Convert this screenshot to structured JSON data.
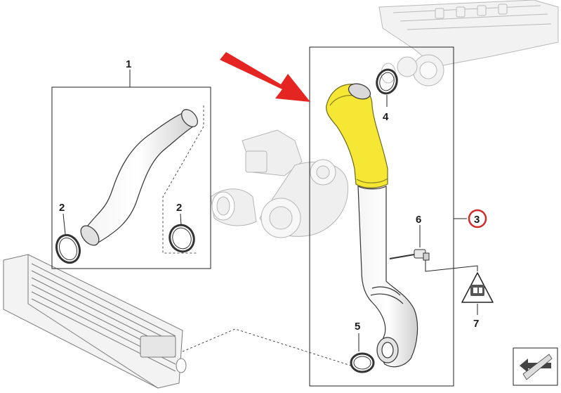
{
  "diagram": {
    "callouts": {
      "c1": "1",
      "c2a": "2",
      "c2b": "2",
      "c3": "3",
      "c4": "4",
      "c5": "5",
      "c6": "6",
      "c7": "7"
    },
    "highlight_color": "#f5e733",
    "arrow_color": "#e52521",
    "callout_ring_color": "#d22a2a"
  }
}
